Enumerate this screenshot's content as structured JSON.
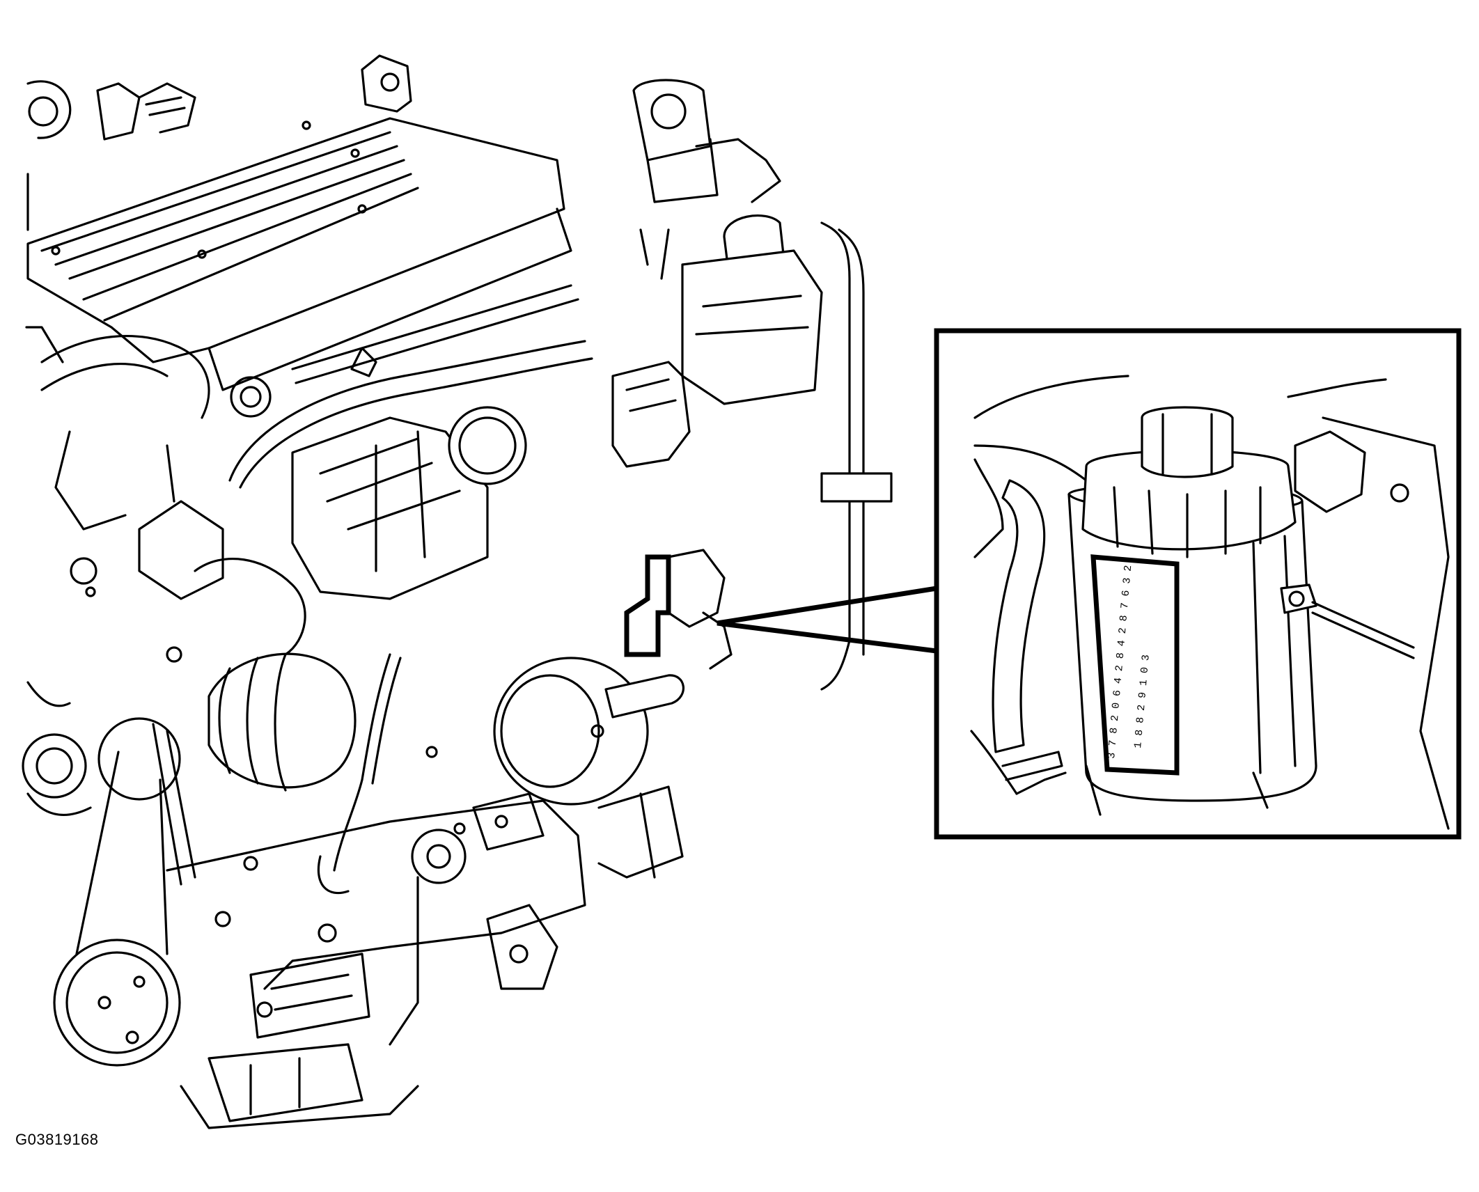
{
  "figure": {
    "code": "G03819168",
    "stroke_color": "#000000",
    "background_color": "#ffffff",
    "inset_label_lines": [
      "3 7 8 2 0 6 4 2 8 4 2 8 7 6 3 2",
      "1 8 8 2 9 1 0 3"
    ]
  }
}
